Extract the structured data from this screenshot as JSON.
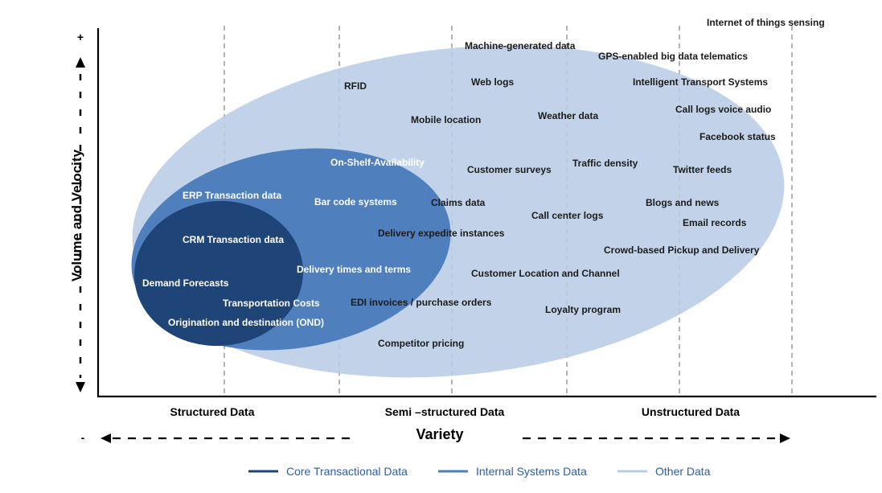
{
  "axes": {
    "y_label": "Volume and Velocity",
    "y_plus": "+",
    "y_minus": "-",
    "x_label": "Variety",
    "x_minus": "-",
    "categories": [
      "Structured Data",
      "Semi –structured Data",
      "Unstructured Data"
    ]
  },
  "zones": {
    "core": {
      "name": "Core Transactional Data",
      "color": "#1e4478"
    },
    "internal": {
      "name": "Internal  Systems Data",
      "color": "#4f7fbd"
    },
    "other": {
      "name": "Other Data",
      "color": "#b9cde6"
    }
  },
  "items": {
    "white": [
      "CRM Transaction data",
      "Demand Forecasts",
      "ERP Transaction data",
      "Transportation Costs",
      "Origination and destination (OND)",
      "On-Shelf-Availability",
      "Bar code systems",
      "Delivery times and terms"
    ],
    "dark": [
      "Internet of things sensing",
      "Machine-generated data",
      "GPS-enabled big data telematics",
      "RFID",
      "Web logs",
      "Intelligent Transport Systems",
      "Call logs voice audio",
      "Mobile location",
      "Weather data",
      "Facebook status",
      "Customer surveys",
      "Traffic density",
      "Twitter feeds",
      "Claims data",
      "Blogs and news",
      "Call center logs",
      "Email records",
      "Delivery expedite instances",
      "Crowd-based Pickup and Delivery",
      "Customer Location and Channel",
      "EDI invoices / purchase orders",
      "Loyalty program",
      "Competitor pricing"
    ]
  }
}
